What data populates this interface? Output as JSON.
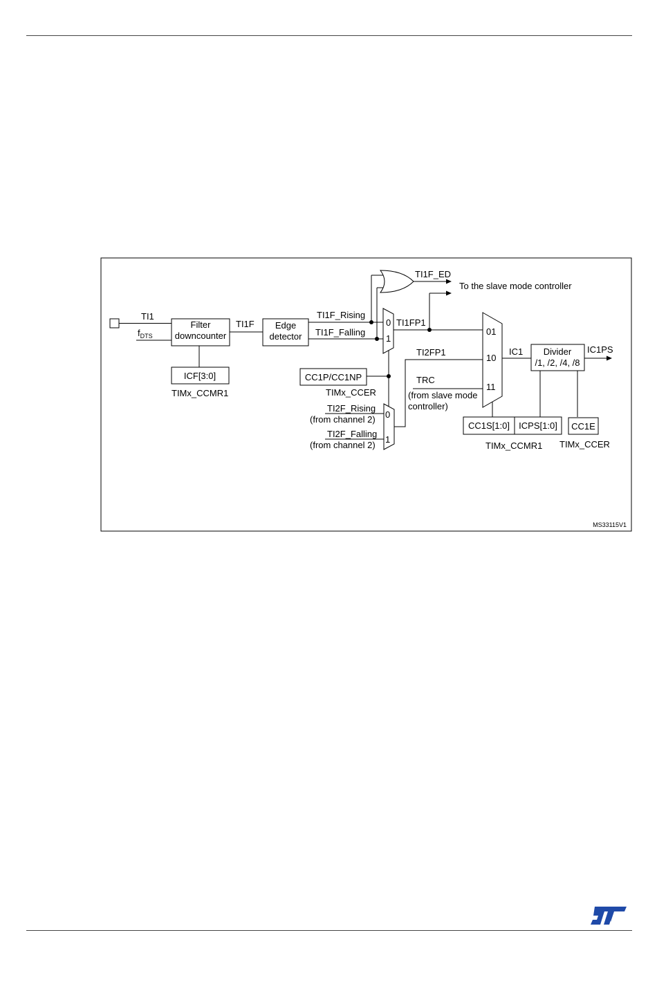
{
  "diagram": {
    "input_pin": "TI1",
    "clock_main": "f",
    "clock_sub": "DTS",
    "filter_line1": "Filter",
    "filter_line2": "downcounter",
    "icf": "ICF[3:0]",
    "reg_ccmr1_a": "TIMx_CCMR1",
    "ti1f": "TI1F",
    "edge_line1": "Edge",
    "edge_line2": "detector",
    "ti1f_rising": "TI1F_Rising",
    "ti1f_falling": "TI1F_Falling",
    "ti1f_ed": "TI1F_ED",
    "slave_mode": "To the slave mode controller",
    "mux1_in0": "0",
    "mux1_in1": "1",
    "ti1fp1": "TI1FP1",
    "ti2fp1": "TI2FP1",
    "trc": "TRC",
    "trc_src1": "(from slave mode",
    "trc_src2": "controller)",
    "cc1p": "CC1P/CC1NP",
    "reg_ccer_a": "TIMx_CCER",
    "ti2f_rising": "TI2F_Rising",
    "ti2f_falling": "TI2F_Falling",
    "from_ch2_a": "(from channel 2)",
    "from_ch2_b": "(from channel 2)",
    "mux2_in0": "0",
    "mux2_in1": "1",
    "mux3_in01": "01",
    "mux3_in10": "10",
    "mux3_in11": "11",
    "ic1": "IC1",
    "divider_line1": "Divider",
    "divider_line2": "/1, /2, /4, /8",
    "ic1ps": "IC1PS",
    "cc1s": "CC1S[1:0]",
    "icps": "ICPS[1:0]",
    "reg_ccmr1_b": "TIMx_CCMR1",
    "cc1e": "CC1E",
    "reg_ccer_b": "TIMx_CCER",
    "figure_id": "MS33115V1"
  },
  "logo": {
    "name": "st-logo-icon",
    "color": "#1f4aa8"
  }
}
